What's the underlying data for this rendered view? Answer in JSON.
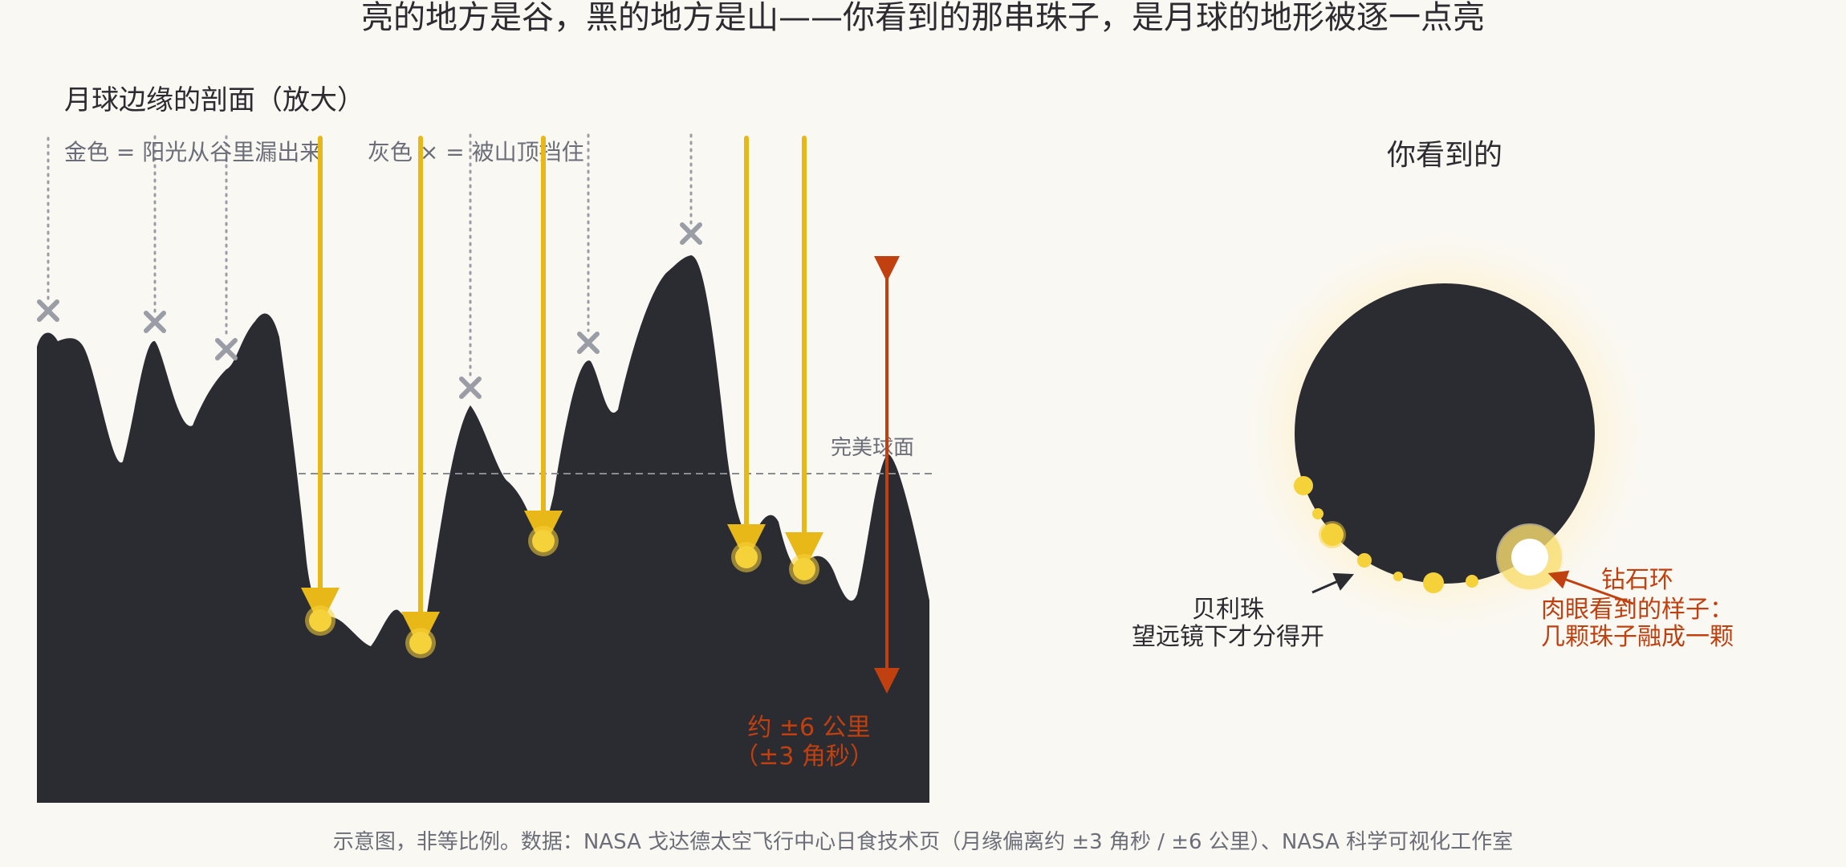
{
  "title": "亮的地方是谷，黑的地方是山——你看到的那串珠子，是月球的地形被逐一点亮",
  "left_panel": {
    "heading": "月球边缘的剖面（放大）",
    "legend_gold": "金色 = 阳光从谷里漏出来",
    "legend_gray": "灰色 × = 被山顶挡住",
    "reference_label": "完美球面",
    "range_label_line1": "约 ±6 公里",
    "range_label_line2": "（±3 角秒）"
  },
  "right_panel": {
    "heading": "你看到的",
    "baily_label_line1": "贝利珠",
    "baily_label_line2": "望远镜下才分得开",
    "diamond_label_line1": "钻石环",
    "diamond_label_line2": "肉眼看到的样子：",
    "diamond_label_line3": "几颗珠子融成一颗"
  },
  "footer": "示意图，非等比例。数据：NASA 戈达德太空飞行中心日食技术页（月缘偏离约 ±3 角秒 / ±6 公里）、NASA 科学可视化工作室",
  "colors": {
    "background": "#faf8f3",
    "terrain": "#2b2b32",
    "gold": "#e8b818",
    "bead": "#f5d23a",
    "blocked": "#9a9ca6",
    "accent": "#c0400f",
    "text": "#2b2b30",
    "muted": "#6b6e78"
  }
}
